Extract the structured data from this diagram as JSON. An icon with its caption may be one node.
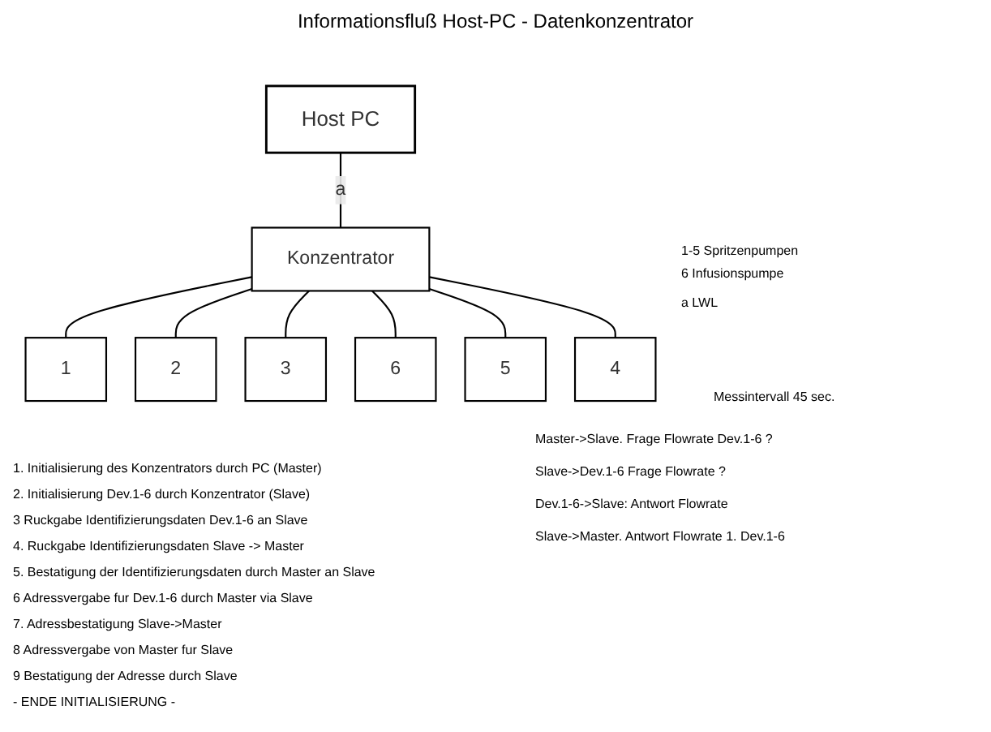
{
  "diagram": {
    "title": "Informationsfluß Host-PC - Datenkonzentrator",
    "nodes": [
      {
        "text": [
          "Host PC"
        ]
      },
      {
        "text": [
          "Konzentrator"
        ]
      },
      {
        "text": [
          "1"
        ]
      },
      {
        "text": [
          "2"
        ]
      },
      {
        "text": [
          "3"
        ]
      },
      {
        "text": [
          "4"
        ]
      },
      {
        "text": [
          "5"
        ]
      },
      {
        "text": [
          "6"
        ]
      }
    ],
    "edges": [
      {
        "from": 0,
        "to": 1,
        "arrow": "none",
        "label": "a"
      },
      {
        "from": 1,
        "to": 2,
        "arrow": "none"
      },
      {
        "from": 1,
        "to": 3,
        "arrow": "none"
      },
      {
        "from": 1,
        "to": 4,
        "arrow": "none"
      },
      {
        "from": 1,
        "to": 7,
        "arrow": "none"
      },
      {
        "from": 1,
        "to": 6,
        "arrow": "none"
      },
      {
        "from": 1,
        "to": 5,
        "arrow": "none"
      }
    ],
    "labels": [
      "1-5 Spritzenpumpen",
      "6 Infusionspumpe",
      "a LWL",
      "Messintervall 45 sec.",
      "Master->Slave. Frage Flowrate Dev.1-6 ?",
      "Slave->Dev.1-6 Frage Flowrate ?",
      "Dev.1-6->Slave: Antwort Flowrate",
      "Slave->Master. Antwort Flowrate 1. Dev.1-6",
      "1. Initialisierung des Konzentrators durch PC (Master)",
      "2. Initialisierung Dev.1-6 durch Konzentrator (Slave)",
      "3 Ruckgabe Identifizierungsdaten Dev.1-6 an Slave",
      "4. Ruckgabe Identifizierungsdaten Slave -> Master",
      "5. Bestatigung der Identifizierungsdaten durch Master an Slave",
      "6 Adressvergabe fur Dev.1-6 durch Master via Slave",
      "7. Adressbestatigung Slave->Master",
      "8 Adressvergabe von Master fur Slave",
      "9 Bestatigung der Adresse durch Slave",
      "- ENDE INITIALISIERUNG -"
    ]
  }
}
